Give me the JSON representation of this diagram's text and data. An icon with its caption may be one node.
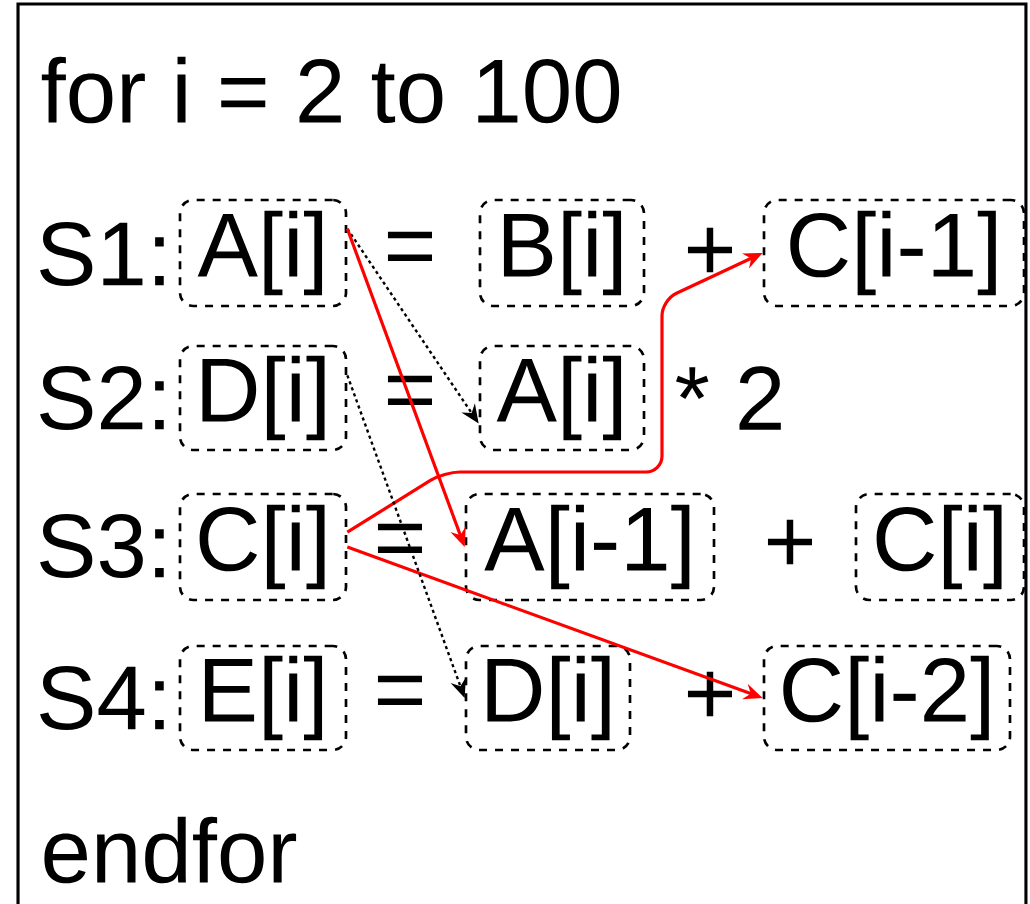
{
  "diagram": {
    "nodes": [
      {
        "text": [
          "A[i]"
        ]
      },
      {
        "text": [
          "B[i]"
        ]
      },
      {
        "text": [
          "C[i-1]"
        ]
      },
      {
        "text": [
          "D[i]"
        ]
      },
      {
        "text": [
          "A[i]"
        ]
      },
      {
        "text": [
          "C[i]"
        ]
      },
      {
        "text": [
          "A[i-1]"
        ]
      },
      {
        "text": [
          "C[i]"
        ]
      },
      {
        "text": [
          "E[i]"
        ]
      },
      {
        "text": [
          "D[i]"
        ]
      },
      {
        "text": [
          "C[i-2]"
        ]
      }
    ],
    "edges": [
      {
        "from": 0,
        "to": 4,
        "arrow": "to",
        "style": "dashed",
        "color": "#000000"
      },
      {
        "from": 0,
        "to": 6,
        "arrow": "to",
        "color": "#ff0000"
      },
      {
        "from": 5,
        "to": 2,
        "arrow": "to",
        "color": "#ff0000"
      },
      {
        "from": 5,
        "to": 10,
        "arrow": "to",
        "color": "#ff0000"
      },
      {
        "from": 3,
        "to": 9,
        "arrow": "to",
        "style": "dashed",
        "color": "#000000"
      }
    ],
    "labels": [
      "for i = 2 to 100",
      "S1:",
      "=",
      "+",
      "S2:",
      "=",
      "* 2",
      "S3:",
      "=",
      "+",
      "S4:",
      "=",
      "+",
      "endfor"
    ]
  }
}
